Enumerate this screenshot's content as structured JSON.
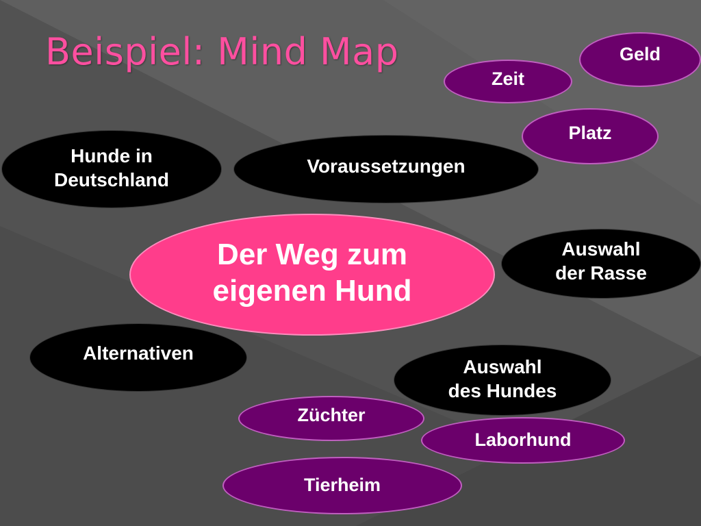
{
  "slide": {
    "title": "Beispiel: Mind Map",
    "colors": {
      "background": "#555555",
      "title": "#ff4fa0",
      "center_node": "#ff3d8b",
      "dark_node": "#000000",
      "purple_node": "#6b006b"
    }
  },
  "mindmap": {
    "center": "Der Weg zum\neigenen Hund",
    "nodes": {
      "geld": "Geld",
      "zeit": "Zeit",
      "platz": "Platz",
      "hunde_in_deutschland": "Hunde in\nDeutschland",
      "voraussetzungen": "Voraussetzungen",
      "auswahl_der_rasse": "Auswahl\nder Rasse",
      "alternativen": "Alternativen",
      "auswahl_des_hundes": "Auswahl\ndes Hundes",
      "zuechter": "Züchter",
      "laborhund": "Laborhund",
      "tierheim": "Tierheim"
    }
  }
}
